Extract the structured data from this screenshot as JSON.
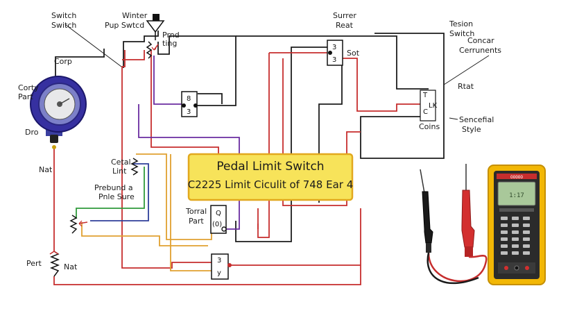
{
  "title_box": {
    "line1": "Pedal Limit Switch",
    "line2": "C2225 Limit Ciculit of 748 Ear 4"
  },
  "labels": {
    "switch_switch_1": "Switch",
    "switch_switch_2": "Switch",
    "winter_1": "Winter",
    "winter_2": "Pup Swtcd",
    "prnd_1": "Prnd",
    "prnd_2": "ting",
    "corp": "Corp",
    "corty_1": "Corty",
    "corty_2": "Part",
    "dro": "Dro",
    "nat_left": "Nat",
    "pert": "Pert",
    "nat_bottom": "Nat",
    "surrer_1": "Surrer",
    "surrer_2": "Reat",
    "sot": "Sot",
    "tesion_1": "Tesion",
    "tesion_2": "Switch",
    "concar_1": "Concar",
    "concar_2": "Cerrunents",
    "rtat": "Rtat",
    "coins": "Coins",
    "sencefial_1": "Sencefial",
    "sencefial_2": "Style",
    "cetal_1": "Cetal",
    "cetal_2": "Lint",
    "prebund_1": "Prebund a",
    "prebund_2": "Pnle Sure",
    "torral_1": "Torral",
    "torral_2": "Part"
  },
  "switch_boxes": {
    "top_small": [
      "8",
      "3"
    ],
    "sot_box": [
      "3",
      "3"
    ],
    "torral_box": [
      "Q",
      "(0)"
    ],
    "bottom_box": [
      "3",
      "y"
    ],
    "right_box": [
      "T",
      "LK",
      "C"
    ]
  },
  "meter": {
    "display": "1:17",
    "brand": "OOOOO"
  },
  "colors": {
    "wire_black": "#1c1c1c",
    "wire_red": "#c62d2d",
    "wire_purple": "#6a2ca0",
    "wire_green": "#2f9a3a",
    "wire_blue": "#2e3f9a",
    "wire_orange": "#e0a030",
    "title_fill": "#f7e35a",
    "title_border": "#e2a81e",
    "probe_red": "#d32f2f",
    "meter_yellow": "#f2b705"
  }
}
